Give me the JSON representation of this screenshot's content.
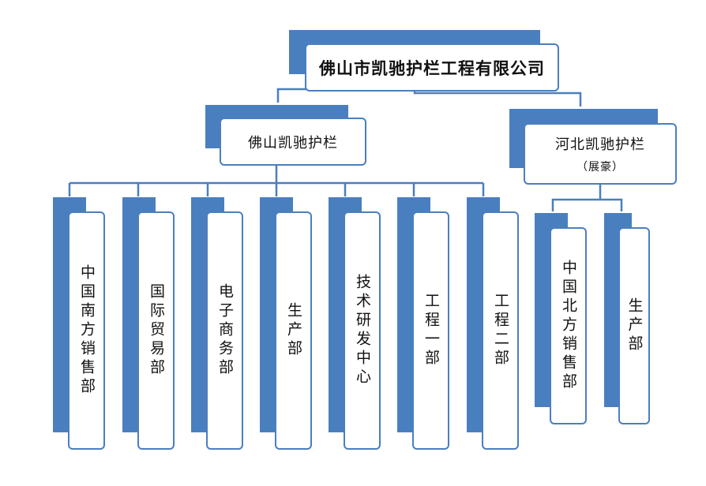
{
  "root": {
    "label": "佛山市凯驰护栏工程有限公司"
  },
  "branches": [
    {
      "label": "佛山凯驰护栏",
      "note": "",
      "departments": [
        "中国南方销售部",
        "国际贸易部",
        "电子商务部",
        "生产部",
        "技术研发中心",
        "工程一部",
        "工程二部"
      ]
    },
    {
      "label": "河北凯驰护栏",
      "note": "（展豪）",
      "departments": [
        "中国北方销售部",
        "生产部"
      ]
    }
  ],
  "colors": {
    "accent": "#4a7fbf",
    "face": "#ffffff",
    "text": "#111111"
  }
}
